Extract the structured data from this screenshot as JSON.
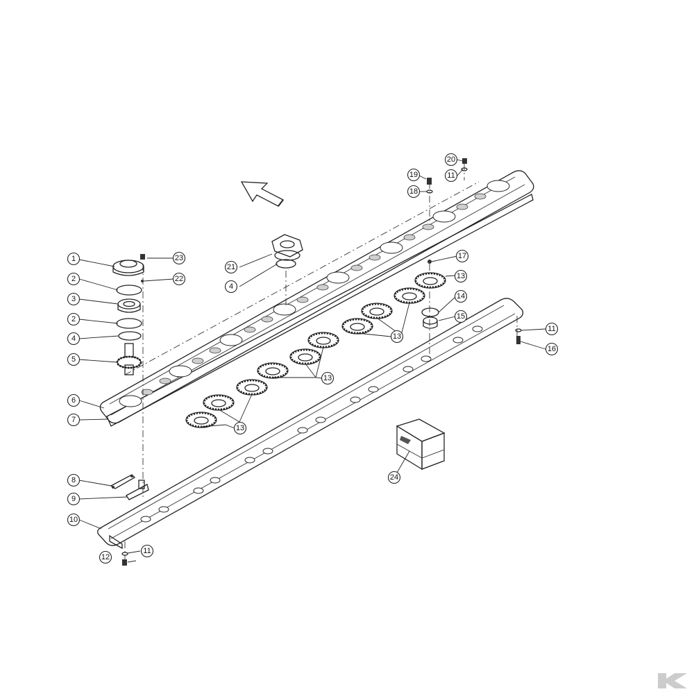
{
  "callouts": [
    {
      "id": "c1",
      "label": "1"
    },
    {
      "id": "c2a",
      "label": "2"
    },
    {
      "id": "c3",
      "label": "3"
    },
    {
      "id": "c2b",
      "label": "2"
    },
    {
      "id": "c4a",
      "label": "4"
    },
    {
      "id": "c5",
      "label": "5"
    },
    {
      "id": "c6",
      "label": "6"
    },
    {
      "id": "c7",
      "label": "7"
    },
    {
      "id": "c8",
      "label": "8"
    },
    {
      "id": "c9",
      "label": "9"
    },
    {
      "id": "c10",
      "label": "10"
    },
    {
      "id": "c11a",
      "label": "11"
    },
    {
      "id": "c12",
      "label": "12"
    },
    {
      "id": "c23",
      "label": "23"
    },
    {
      "id": "c22",
      "label": "22"
    },
    {
      "id": "c21",
      "label": "21"
    },
    {
      "id": "c4b",
      "label": "4"
    },
    {
      "id": "c19",
      "label": "19"
    },
    {
      "id": "c18",
      "label": "18"
    },
    {
      "id": "c20",
      "label": "20"
    },
    {
      "id": "c11b",
      "label": "11"
    },
    {
      "id": "c17",
      "label": "17"
    },
    {
      "id": "c13a",
      "label": "13"
    },
    {
      "id": "c14",
      "label": "14"
    },
    {
      "id": "c15",
      "label": "15"
    },
    {
      "id": "c11c",
      "label": "11"
    },
    {
      "id": "c16",
      "label": "16"
    },
    {
      "id": "c13b",
      "label": "13"
    },
    {
      "id": "c13c",
      "label": "13"
    },
    {
      "id": "c13d",
      "label": "13"
    },
    {
      "id": "c24",
      "label": "24"
    }
  ],
  "colors": {
    "line": "#222222",
    "background": "#ffffff",
    "logo": "#cccccc"
  },
  "icons": {
    "direction": "direction-arrow-icon",
    "logo": "brand-logo-icon"
  }
}
